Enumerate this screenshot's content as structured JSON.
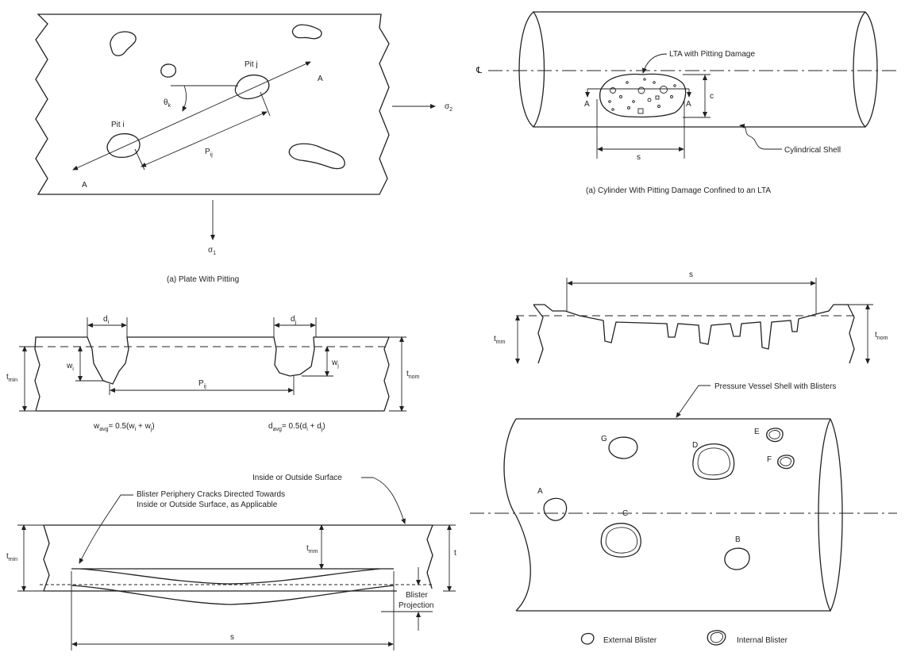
{
  "panel_a": {
    "caption": "(a) Plate With Pitting",
    "pit_i": "Pit i",
    "pit_j": "Pit j",
    "axis_a": "A",
    "angle": "θ",
    "angle_sub": "k",
    "pitch": "P",
    "pitch_sub": "ij",
    "sigma": "σ",
    "sigma2_sub": "2",
    "sigma1_sub": "1"
  },
  "panel_b": {
    "caption": "(a) Cylinder With Pitting Damage Confined to an LTA",
    "lta_label": "LTA with Pitting Damage",
    "centerline": "℄",
    "section": "A",
    "c_label": "c",
    "s_label": "s",
    "shell_label": "Cylindrical Shell"
  },
  "panel_c": {
    "d_label": "d",
    "d_sub_i": "i",
    "d_sub_j": "j",
    "w_label": "w",
    "w_sub_i": "i",
    "w_sub_j": "j",
    "tmin": "t",
    "tmin_sub": "min",
    "tnom": "t",
    "tnom_sub": "nom",
    "pitch": "P",
    "pitch_sub": "ij",
    "w_formula": "w",
    "w_formula_sub": "avg",
    "w_formula_rest": "= 0.5(w",
    "w_formula_end": "+ w",
    "d_formula": "d",
    "d_formula_sub": "avg",
    "d_formula_rest": "= 0.5(d",
    "d_formula_end": "+ d"
  },
  "panel_d": {
    "s_label": "s",
    "tmm": "t",
    "tmm_sub": "mm",
    "tnom": "t",
    "tnom_sub": "nom"
  },
  "panel_e": {
    "inside_outside": "Inside or Outside Surface",
    "cracks_line1": "Blister Periphery Cracks Directed Towards",
    "cracks_line2": "Inside or Outside Surface, as Applicable",
    "tmin": "t",
    "tmin_sub": "min",
    "tmm": "t",
    "tmm_sub": "mm",
    "t": "t",
    "blister_line1": "Blister",
    "blister_line2": "Projection",
    "s_label": "s"
  },
  "panel_f": {
    "title": "Pressure  Vessel Shell with Blisters",
    "labels": [
      "A",
      "B",
      "C",
      "D",
      "E",
      "F",
      "G"
    ],
    "legend_external": "External Blister",
    "legend_internal": "Internal Blister"
  }
}
